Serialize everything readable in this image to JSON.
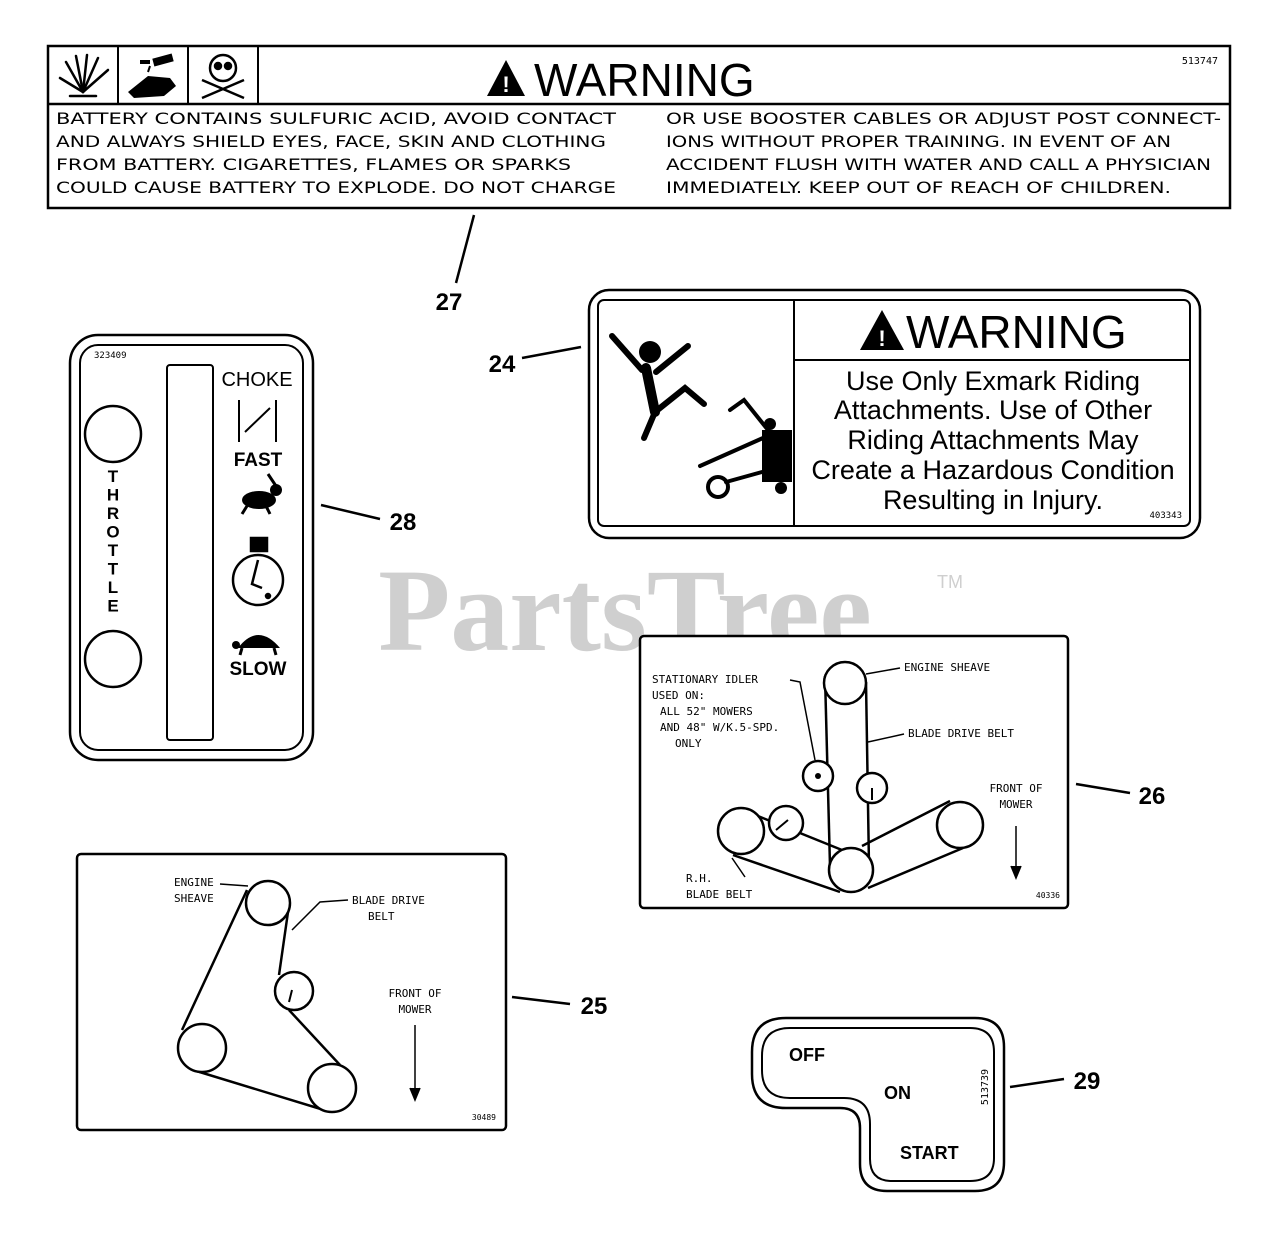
{
  "decal_27": {
    "part_number": "513747",
    "heading": "WARNING",
    "left_lines": [
      "BATTERY CONTAINS SULFURIC ACID, AVOID CONTACT",
      "AND ALWAYS SHIELD EYES, FACE, SKIN AND CLOTHING",
      "FROM BATTERY.  CIGARETTES, FLAMES OR SPARKS",
      "COULD CAUSE BATTERY TO EXPLODE.  DO NOT CHARGE"
    ],
    "right_lines": [
      "OR USE BOOSTER CABLES OR ADJUST POST CONNECT-",
      "IONS WITHOUT PROPER TRAINING.  IN EVENT OF AN",
      "ACCIDENT FLUSH WITH WATER AND CALL A PHYSICIAN",
      "IMMEDIATELY. KEEP OUT OF REACH OF CHILDREN."
    ],
    "icons": [
      "explosion-icon",
      "acid-hand-icon",
      "skull-crossbones-icon"
    ]
  },
  "decal_24": {
    "heading": "WARNING",
    "lines": [
      "Use Only Exmark Riding",
      "Attachments.  Use of Other",
      "Riding Attachments May",
      "Create a Hazardous Condition",
      "Resulting in Injury."
    ],
    "part_number": "403343",
    "icon": "person-thrown-icon"
  },
  "decal_28": {
    "part_number": "323409",
    "vertical_label": "THROTTLE",
    "choke": "CHOKE",
    "fast": "FAST",
    "slow": "SLOW",
    "icons": [
      "choke-icon",
      "rabbit-icon",
      "engine-bulb-icon",
      "turtle-icon"
    ]
  },
  "decal_26": {
    "engine_sheave": "ENGINE SHEAVE",
    "idler_lines": [
      "STATIONARY IDLER",
      "USED ON:",
      "ALL 52\" MOWERS",
      "AND 48\" W/K.5-SPD.",
      "ONLY"
    ],
    "blade_drive_belt": "BLADE DRIVE BELT",
    "front_lines": [
      "FRONT OF",
      "MOWER"
    ],
    "rh_lines": [
      "R.H.",
      "BLADE BELT"
    ],
    "part_number": "40336"
  },
  "decal_25": {
    "engine_lines": [
      "ENGINE",
      "SHEAVE"
    ],
    "blade_lines": [
      "BLADE DRIVE",
      "BELT"
    ],
    "front_lines": [
      "FRONT OF",
      "MOWER"
    ],
    "part_number": "30489"
  },
  "decal_29": {
    "off": "OFF",
    "on": "ON",
    "start": "START",
    "part_number": "513739"
  },
  "callouts": {
    "c24": "24",
    "c25": "25",
    "c26": "26",
    "c27": "27",
    "c28": "28",
    "c29": "29"
  },
  "watermark": {
    "brand": "PartsTree",
    "tm": "TM"
  }
}
